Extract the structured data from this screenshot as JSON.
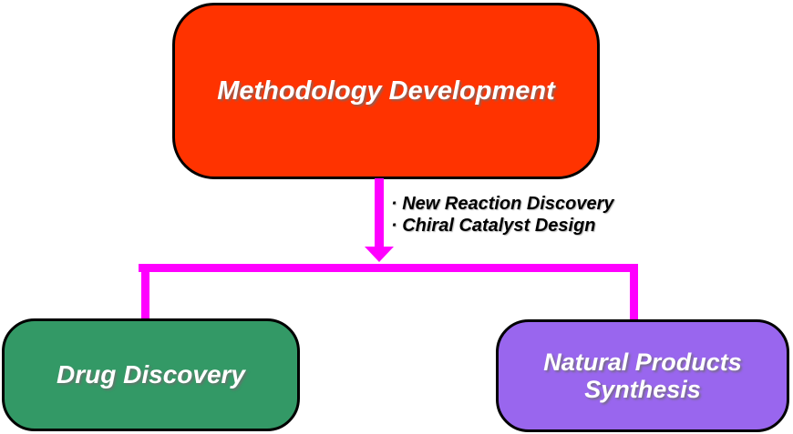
{
  "diagram": {
    "methodology_box": {
      "label": "Methodology Development",
      "bg": "#FF3300",
      "text_color": "#FFFFFF"
    },
    "bullets": {
      "line1": "· New Reaction Discovery",
      "line2": "· Chiral Catalyst Design",
      "color": "#000000"
    },
    "drug_box": {
      "label": "Drug Discovery",
      "bg": "#339966",
      "text_color": "#FFFFFF"
    },
    "natural_box": {
      "label": "Natural Products Synthesis",
      "bg": "#9966EE",
      "text_color": "#FFFFFF"
    },
    "connector": {
      "color": "#FF00FF"
    }
  }
}
